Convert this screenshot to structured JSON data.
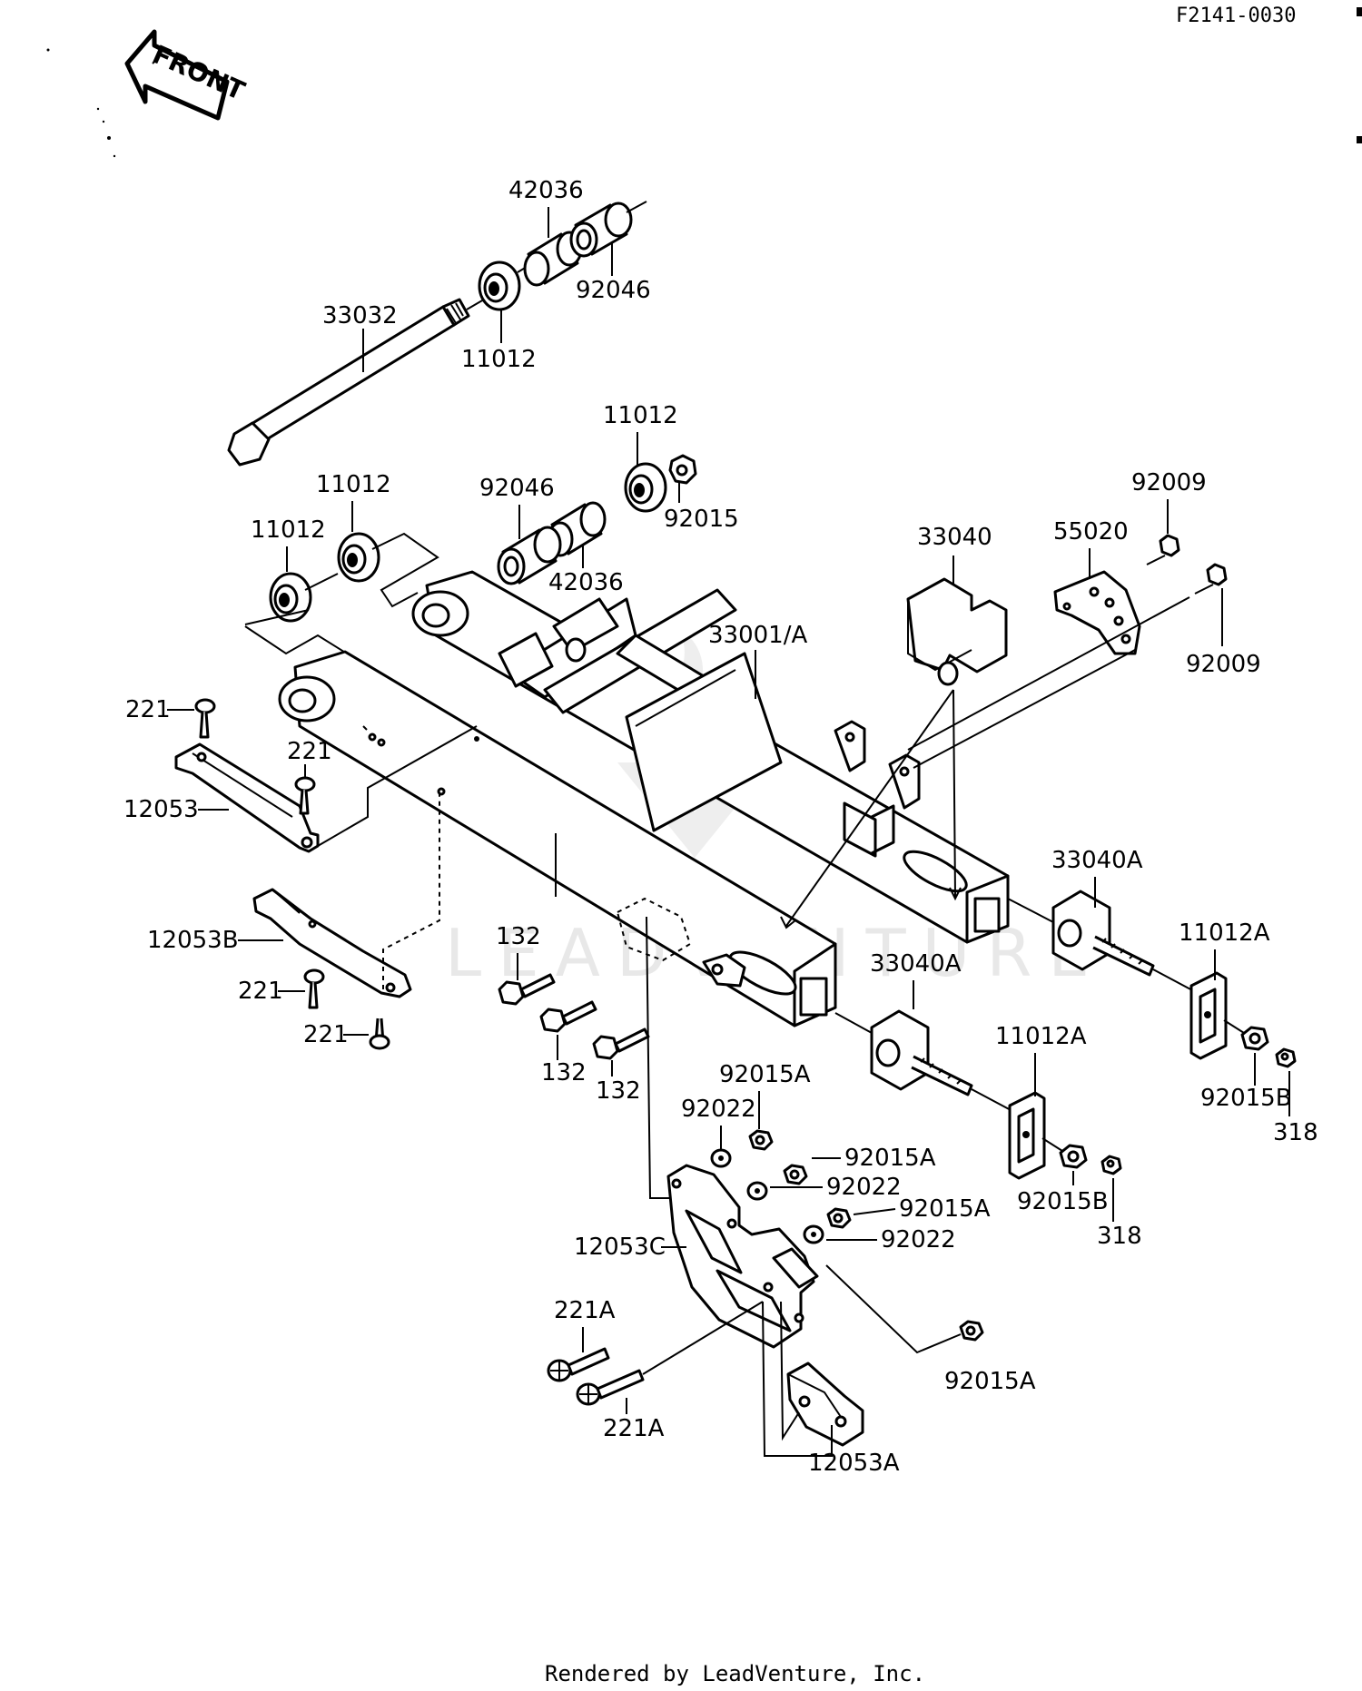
{
  "diagram_code": "F2141-0030",
  "front_label": "FRONT",
  "footer": "Rendered by LeadVenture, Inc.",
  "watermark": "LEADVENTURE",
  "parts": {
    "axle": "33032",
    "collar_top": "42036",
    "bushing_top_right": "92046",
    "seal_top": "11012",
    "seal_right": "11012",
    "seal_left_a": "11012",
    "seal_left_b": "11012",
    "bushing_mid": "92046",
    "collar_mid": "42036",
    "nut_mid": "92015",
    "swingarm": "33001/A",
    "chain_adjuster_bracket": "33040",
    "plate": "55020",
    "bolt_plate_a": "92009",
    "bolt_plate_b": "92009",
    "guard_upper": "12053",
    "screw_guard_a": "221",
    "screw_guard_b": "221",
    "guard_lower": "12053B",
    "screw_lower_a": "221",
    "screw_lower_b": "221",
    "bolt_132_a": "132",
    "bolt_132_b": "132",
    "bolt_132_c": "132",
    "adjuster_right": "33040A",
    "adjuster_left": "33040A",
    "adjuster_plate_right": "11012A",
    "adjuster_plate_left": "11012A",
    "nut_b_right": "92015B",
    "nut_b_left": "92015B",
    "nut_318_right": "318",
    "nut_318_left": "318",
    "nut_a_top": "92015A",
    "washer_a": "92022",
    "nut_a_2": "92015A",
    "washer_b": "92022",
    "nut_a_3": "92015A",
    "washer_c": "92022",
    "chain_guide": "12053C",
    "bolt_221a_top": "221A",
    "bolt_221a_bottom": "221A",
    "nut_a_bottom": "92015A",
    "guide_block": "12053A"
  }
}
